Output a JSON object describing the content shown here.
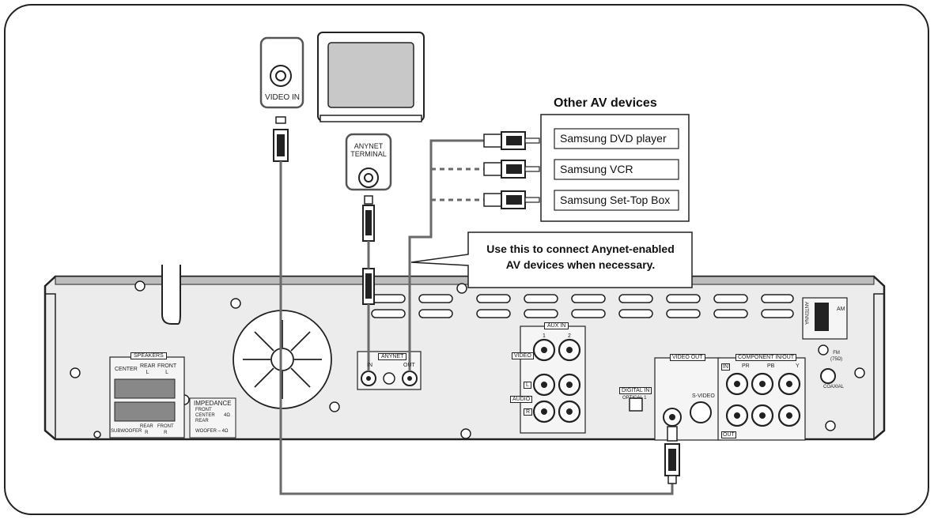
{
  "video_in_label": "VIDEO IN",
  "anynet_terminal_label": "ANYNET\nTERMINAL",
  "other_devices": {
    "title": "Other AV devices",
    "items": [
      "Samsung DVD player",
      "Samsung VCR",
      "Samsung Set-Top Box"
    ]
  },
  "callout": {
    "line1": "Use this to connect Anynet-enabled",
    "line2": "AV devices when necessary."
  },
  "panel": {
    "speakers": "SPEAKERS",
    "center": "CENTER",
    "rear_l": "REAR\nL",
    "front_l": "FRONT\nL",
    "subwoofer": "SUBWOOFER",
    "rear_r": "REAR\nR",
    "front_r": "FRONT\nR",
    "impedance": "IMPEDANCE",
    "impedance_front": "FRONT",
    "impedance_center": "CENTER",
    "impedance_rear": "REAR",
    "impedance_4ohm": "4Ω",
    "woofer": "WOOFER – 4Ω",
    "anynet": "ANYNET",
    "anynet_in": "IN",
    "anynet_out": "OUT",
    "aux_in": "AUX IN",
    "aux_1": "1",
    "aux_2": "2",
    "video": "VIDEO",
    "audio": "AUDIO",
    "l": "L",
    "r": "R",
    "digital_in": "DIGITAL IN",
    "optical": "OPTICAL  1",
    "video_out": "VIDEO OUT",
    "s_video": "S-VIDEO",
    "component": "COMPONENT IN/OUT",
    "comp_in": "IN",
    "comp_out": "OUT",
    "pr": "PR",
    "pb": "PB",
    "y": "Y",
    "antenna": "ANTENNA",
    "am": "AM",
    "fm": "FM\n(75Ω)",
    "coaxial": "COAXIAL"
  }
}
